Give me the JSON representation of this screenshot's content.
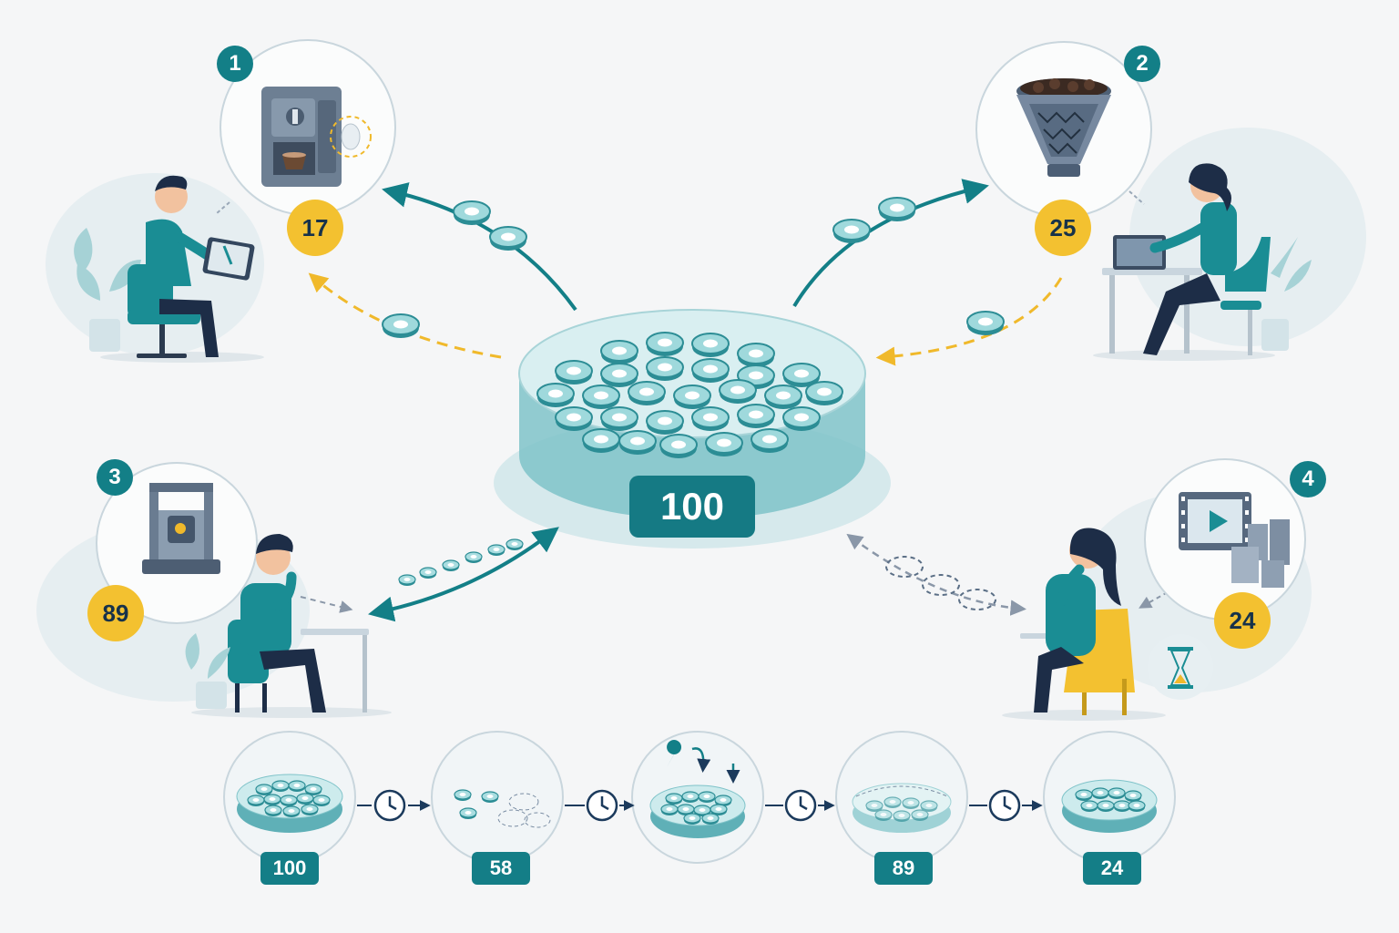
{
  "pool": {
    "total": "100"
  },
  "quadrants": [
    {
      "step": "1",
      "count": "17",
      "icon": "espresso-machine-icon"
    },
    {
      "step": "2",
      "count": "25",
      "icon": "coffee-grinder-icon"
    },
    {
      "step": "3",
      "count": "89",
      "icon": "3d-printer-icon"
    },
    {
      "step": "4",
      "count": "24",
      "icon": "video-player-icon"
    }
  ],
  "timeline": [
    {
      "value": "100"
    },
    {
      "value": "58"
    },
    {
      "value": ""
    },
    {
      "value": "89"
    },
    {
      "value": "24"
    }
  ],
  "colors": {
    "teal": "#137f87",
    "teal_light": "#8fcfd3",
    "yellow": "#f3c130",
    "navy": "#1b2f4a",
    "background": "#f5f6f7"
  }
}
